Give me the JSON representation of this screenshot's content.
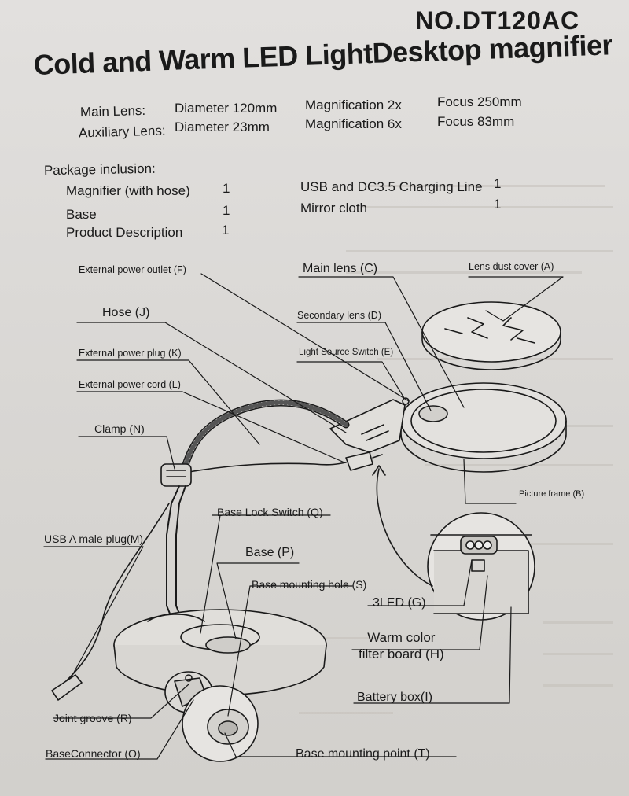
{
  "header": {
    "model": "NO.DT120AC",
    "title": "Cold and Warm LED LightDesktop magnifier"
  },
  "specs": {
    "main_lens_label": "Main Lens:",
    "main_diameter": "Diameter 120mm",
    "main_magnification": "Magnification  2x",
    "main_focus": "Focus 250mm",
    "aux_lens_label": "Auxiliary Lens:",
    "aux_diameter": "Diameter  23mm",
    "aux_magnification": "Magnification 6x",
    "aux_focus": "Focus  83mm"
  },
  "package": {
    "heading": "Package inclusion:",
    "items": [
      {
        "name": "Magnifier (with hose)",
        "qty": "1"
      },
      {
        "name": "Base",
        "qty": "1"
      },
      {
        "name": "Product Description",
        "qty": "1"
      },
      {
        "name": "USB and DC3.5 Charging Line",
        "qty": "1"
      },
      {
        "name": "Mirror cloth",
        "qty": "1"
      }
    ]
  },
  "labels": {
    "external_power_outlet": "External power outlet (F)",
    "hose": "Hose (J)",
    "external_power_plug": "External power plug (K)",
    "external_power_cord": "External power cord (L)",
    "clamp": "Clamp (N)",
    "usb_plug": "USB A male plug(M)",
    "joint_groove": "Joint groove (R)",
    "base_connector": "BaseConnector (O)",
    "main_lens": "Main lens (C)",
    "lens_dust_cover": "Lens dust cover (A)",
    "secondary_lens": "Secondary lens (D)",
    "light_source_switch": "Light Source Switch (E)",
    "picture_frame": "Picture frame (B)",
    "base_lock_switch": "Base Lock Switch (Q)",
    "base": "Base (P)",
    "base_mounting_hole": "Base mounting hole (S)",
    "led": "3LED (G)",
    "filter_board": "Warm color\nfilter board (H)",
    "battery_box": "Battery box(I)",
    "base_mounting_point": "Base mounting point (T)"
  },
  "colors": {
    "paper": "#dcdad8",
    "ink": "#1a1a1a",
    "bleed_through": "#b8b4ae"
  }
}
